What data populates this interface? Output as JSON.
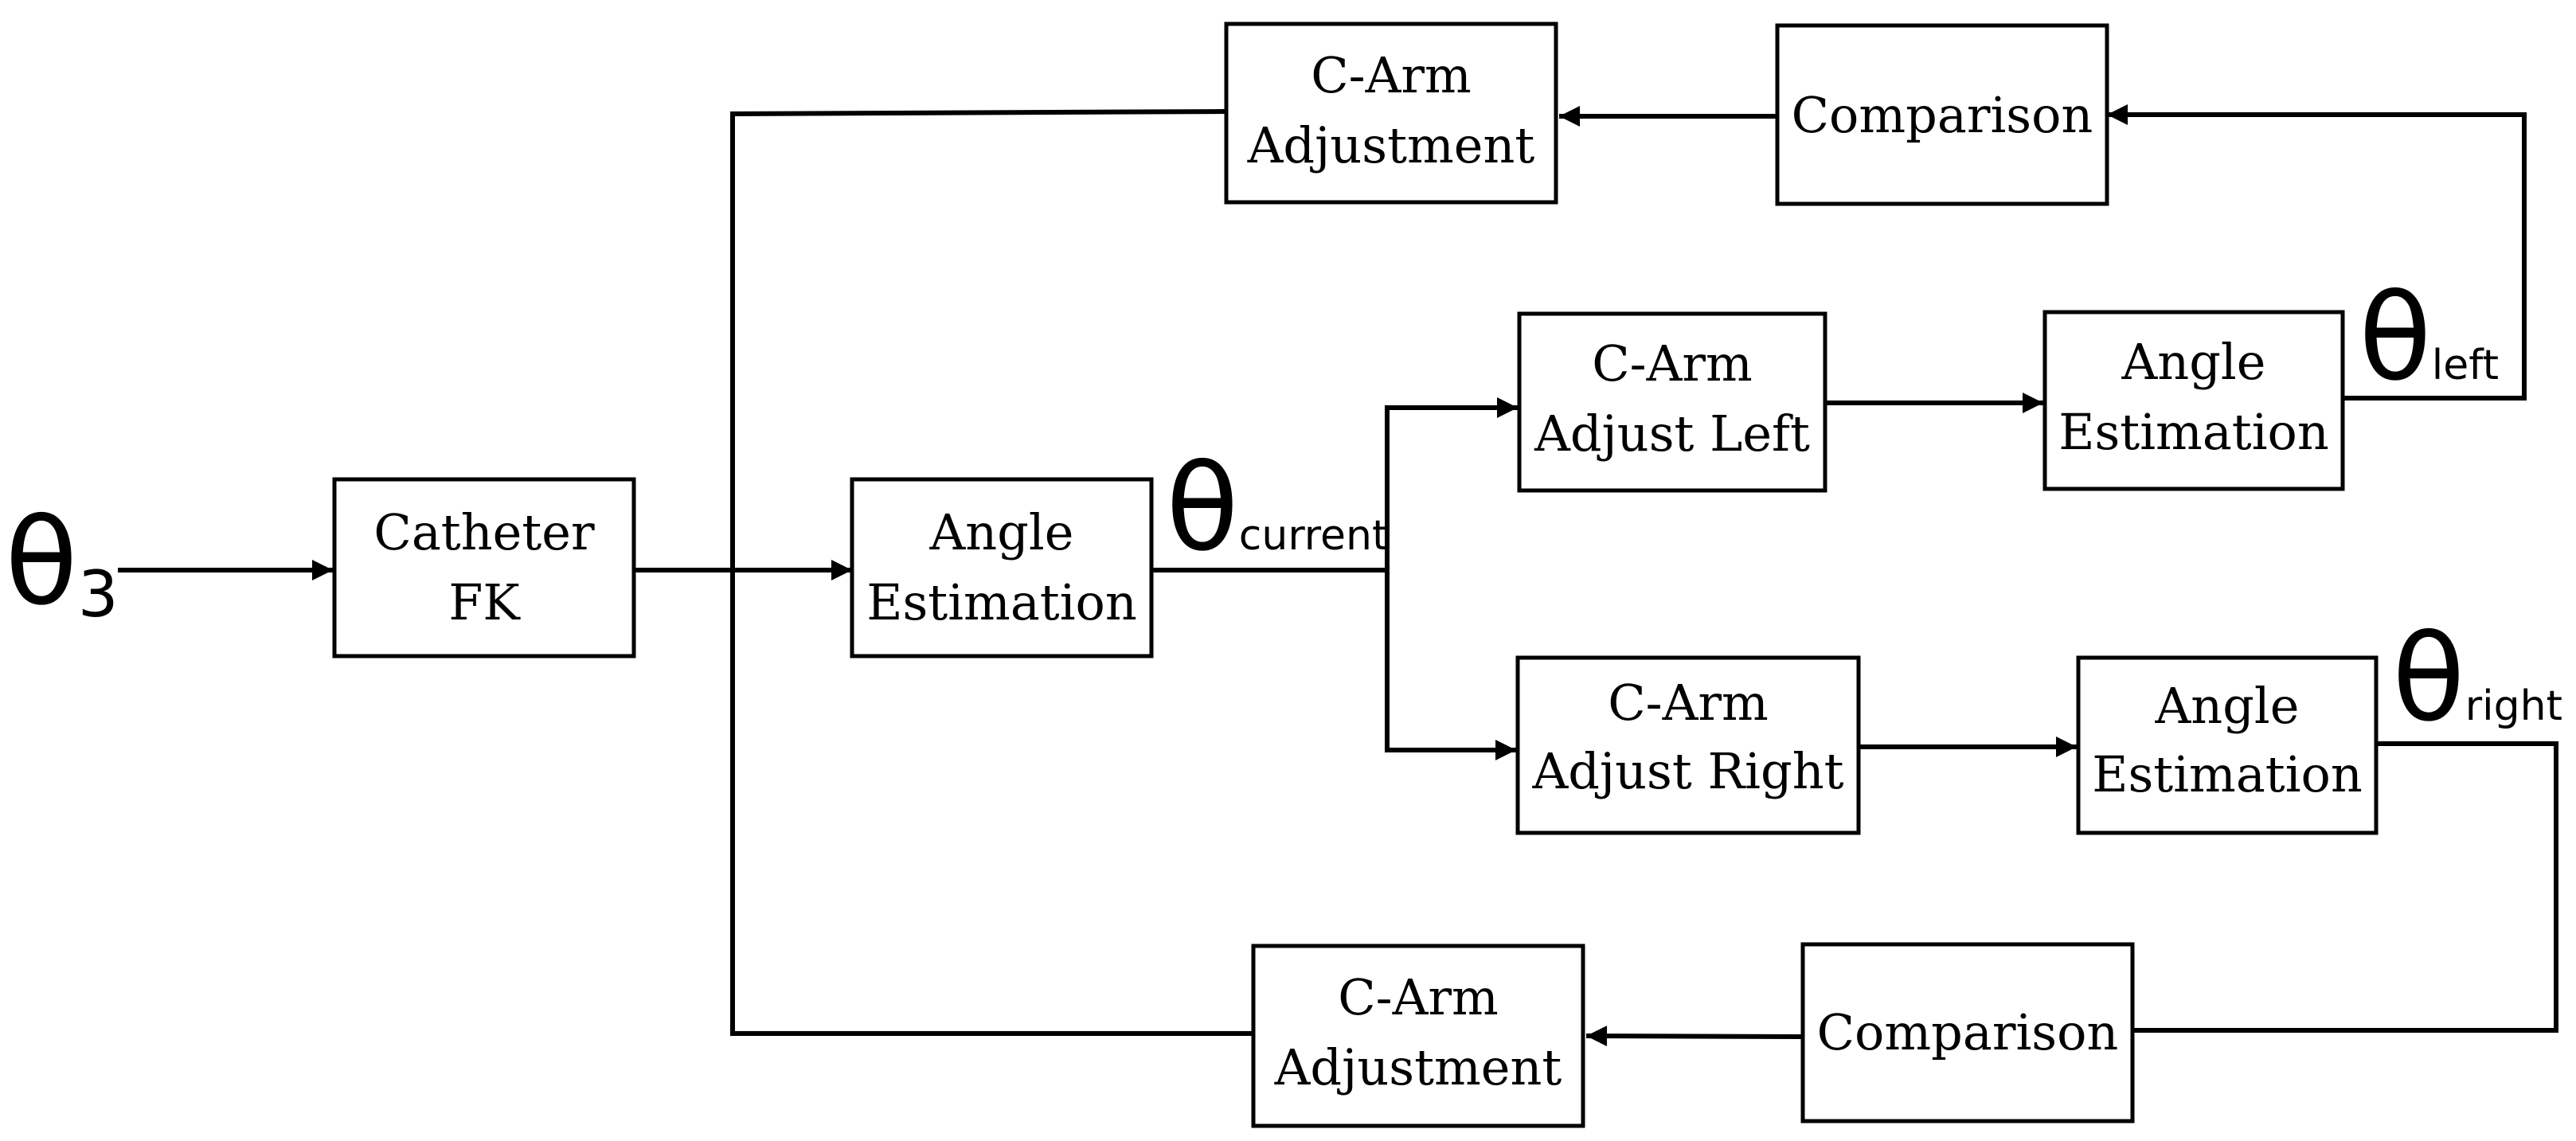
{
  "nodes": {
    "catheter_fk": {
      "lines": [
        "Catheter",
        "FK"
      ]
    },
    "angle_est_main": {
      "lines": [
        "Angle",
        "Estimation"
      ]
    },
    "carm_adjust_left": {
      "lines": [
        "C-Arm",
        "Adjust Left"
      ]
    },
    "angle_est_left": {
      "lines": [
        "Angle",
        "Estimation"
      ]
    },
    "carm_adjust_right": {
      "lines": [
        "C-Arm",
        "Adjust Right"
      ]
    },
    "angle_est_right": {
      "lines": [
        "Angle",
        "Estimation"
      ]
    },
    "comparison_top": {
      "lines": [
        "Comparison"
      ]
    },
    "carm_adjustment_top": {
      "lines": [
        "C-Arm",
        "Adjustment"
      ]
    },
    "comparison_bottom": {
      "lines": [
        "Comparison"
      ]
    },
    "carm_adjustment_bottom": {
      "lines": [
        "C-Arm",
        "Adjustment"
      ]
    }
  },
  "symbols": {
    "input": {
      "base": "θ",
      "sub": "3"
    },
    "current": {
      "base": "θ",
      "sub": "current"
    },
    "left": {
      "base": "θ",
      "sub": "left"
    },
    "right": {
      "base": "θ",
      "sub": "right"
    }
  },
  "edges": [
    {
      "from": "input",
      "to": "catheter_fk"
    },
    {
      "from": "catheter_fk",
      "to": "angle_est_main"
    },
    {
      "from": "angle_est_main",
      "to": "carm_adjust_left"
    },
    {
      "from": "angle_est_main",
      "to": "carm_adjust_right"
    },
    {
      "from": "carm_adjust_left",
      "to": "angle_est_left"
    },
    {
      "from": "carm_adjust_right",
      "to": "angle_est_right"
    },
    {
      "from": "angle_est_left",
      "to": "comparison_top"
    },
    {
      "from": "comparison_top",
      "to": "carm_adjustment_top"
    },
    {
      "from": "carm_adjustment_top",
      "to": "angle_est_main"
    },
    {
      "from": "angle_est_right",
      "to": "comparison_bottom"
    },
    {
      "from": "comparison_bottom",
      "to": "carm_adjustment_bottom"
    },
    {
      "from": "carm_adjustment_bottom",
      "to": "angle_est_main"
    }
  ]
}
